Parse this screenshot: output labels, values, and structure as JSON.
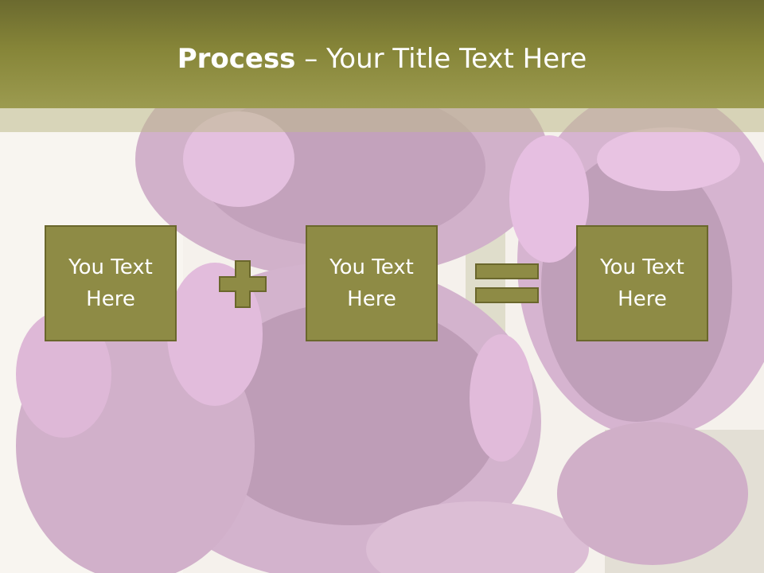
{
  "slide": {
    "title_bold": "Process",
    "title_rest": " – Your Title Text Here"
  },
  "boxes": [
    {
      "label": "You Text Here"
    },
    {
      "label": "You Text Here"
    },
    {
      "label": "You Text Here"
    }
  ],
  "icons": {
    "plus": "plus-icon",
    "equals": "equals-icon"
  },
  "colors": {
    "title_bar": "#868538",
    "box_fill": "#8e8b45",
    "box_border": "#6a672c",
    "background_tint": "#c98fbf"
  }
}
